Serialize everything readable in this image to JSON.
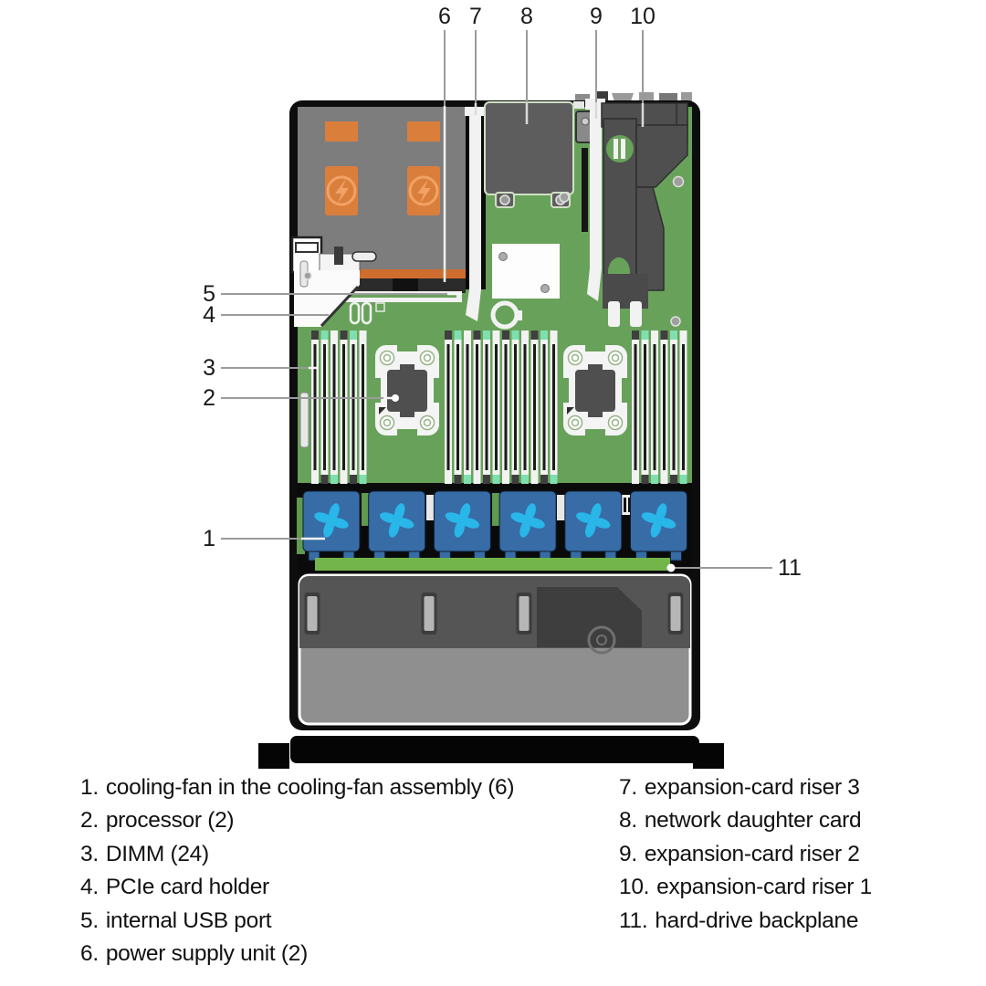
{
  "callouts": [
    "1",
    "2",
    "3",
    "4",
    "5",
    "6",
    "7",
    "8",
    "9",
    "10",
    "11"
  ],
  "legend": {
    "left": [
      {
        "num": "1.",
        "label": "cooling-fan in the cooling-fan assembly (6)"
      },
      {
        "num": "2.",
        "label": "processor (2)"
      },
      {
        "num": "3.",
        "label": "DIMM (24)"
      },
      {
        "num": "4.",
        "label": "PCIe card holder"
      },
      {
        "num": "5.",
        "label": "internal USB port"
      },
      {
        "num": "6.",
        "label": "power supply unit (2)"
      }
    ],
    "right": [
      {
        "num": "7.",
        "label": "expansion-card riser 3"
      },
      {
        "num": "8.",
        "label": "network daughter card"
      },
      {
        "num": "9.",
        "label": "expansion-card riser 2"
      },
      {
        "num": "10.",
        "label": "expansion-card riser 1"
      },
      {
        "num": "11.",
        "label": "hard-drive backplane"
      }
    ]
  },
  "counts": {
    "fans": 6,
    "dimm_groups": [
      6,
      12,
      6
    ],
    "dimms_total": 24,
    "processors": 2,
    "power_supplies": 2
  },
  "colors": {
    "board_green": "#68a25a",
    "green_dark": "#5f9a4e",
    "backplane_green": "#74b54b",
    "mint": "#7fdfae",
    "fan_blue": "#376ca6",
    "blade_cyan": "#29b6e9",
    "psu_gray": "#7d7d7d",
    "orange": "#da7e3c",
    "orange_light": "#f1a266",
    "dark_gray": "#4f4f4f",
    "drive_dark": "#555555",
    "drive_darker": "#3e3e3e",
    "drive_light": "#8f8f8f",
    "chassis_black": "#0d0d0d",
    "line_gray": "#9b9b9b",
    "ink": "#1a1a1a"
  }
}
